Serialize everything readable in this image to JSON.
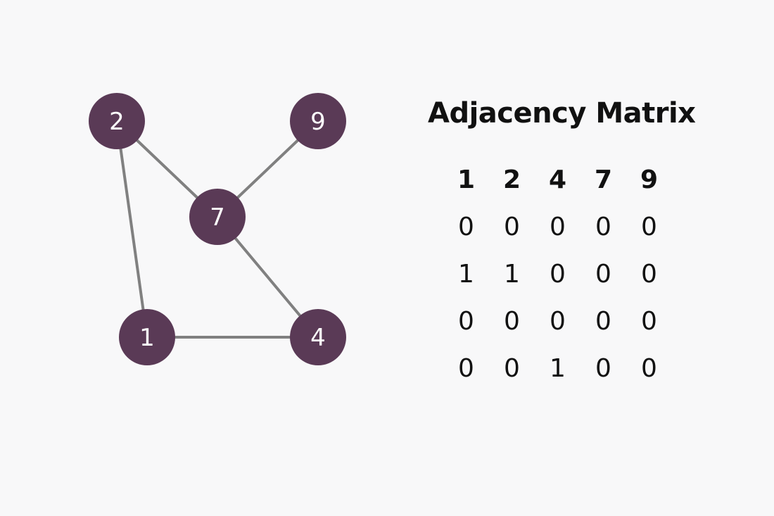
{
  "graph": {
    "node_color": "#5a3a56",
    "edge_color": "#808080",
    "nodes": [
      {
        "id": "2",
        "label": "2"
      },
      {
        "id": "9",
        "label": "9"
      },
      {
        "id": "7",
        "label": "7"
      },
      {
        "id": "1",
        "label": "1"
      },
      {
        "id": "4",
        "label": "4"
      }
    ],
    "edges": [
      {
        "from": "2",
        "to": "7"
      },
      {
        "from": "9",
        "to": "7"
      },
      {
        "from": "7",
        "to": "4"
      },
      {
        "from": "2",
        "to": "1"
      },
      {
        "from": "1",
        "to": "4"
      }
    ]
  },
  "matrix": {
    "title": "Adjacency Matrix",
    "headers": [
      "1",
      "2",
      "4",
      "7",
      "9"
    ],
    "rows": [
      [
        "0",
        "0",
        "0",
        "0",
        "0"
      ],
      [
        "1",
        "1",
        "0",
        "0",
        "0"
      ],
      [
        "0",
        "0",
        "0",
        "0",
        "0"
      ],
      [
        "0",
        "0",
        "1",
        "0",
        "0"
      ]
    ]
  }
}
